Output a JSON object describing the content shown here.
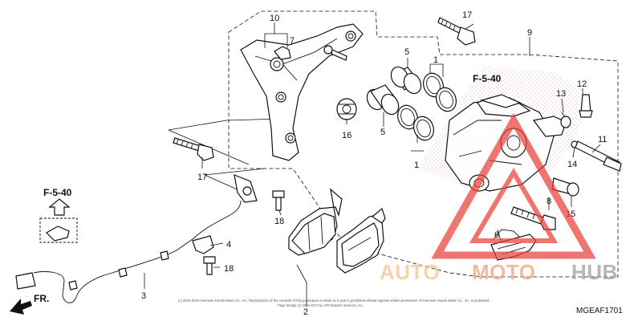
{
  "diagram": {
    "callouts": [
      "1",
      "1",
      "2",
      "3",
      "4",
      "5",
      "5",
      "6",
      "7",
      "8",
      "9",
      "10",
      "11",
      "12",
      "13",
      "14",
      "15",
      "16",
      "17",
      "17",
      "18",
      "18"
    ],
    "reference_code_main": "F-5-40",
    "reference_code_inset": "F-5-40",
    "direction_label": "FR.",
    "drawing_code": "MGEAF1701",
    "copyright_line1": "(c) 2013-2019 American Honda Motor Co., Inc. Reproduction of the contents of this publication in whole or in part is prohibited without express written permission of American Honda Motor Co., Inc. is prohibited.",
    "copyright_line2": "Page design (c) 2004-2017 by ARI Network Services, Inc."
  },
  "watermark": {
    "brand_auto": "AUTO",
    "brand_moto": "MOTO",
    "brand_hub": "HUB",
    "colors": {
      "auto": "#f2c38a",
      "moto": "#f2a07a",
      "hub": "#9a9a9a",
      "triangle": "#e8413a"
    }
  }
}
